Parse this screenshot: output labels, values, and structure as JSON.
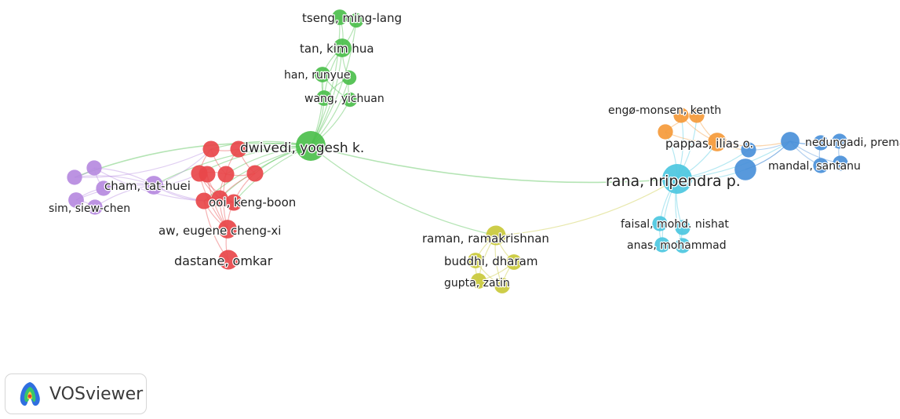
{
  "network": {
    "clusters": {
      "red": "#e8474a",
      "green": "#4cbf4c",
      "purple": "#b68ae0",
      "yellow": "#c9c93a",
      "orange": "#f59a3a",
      "cyan": "#4cc7df",
      "blue": "#4a90d9"
    },
    "nodes": [
      {
        "id": "dwivedi",
        "label": "dwivedi, yogesh k.",
        "cluster": "green",
        "weight": 1.0
      },
      {
        "id": "tseng",
        "label": "tseng, ming-lang",
        "cluster": "green",
        "weight": 0.3
      },
      {
        "id": "tseng2",
        "label": "",
        "cluster": "green",
        "weight": 0.25
      },
      {
        "id": "tan",
        "label": "tan, kim hua",
        "cluster": "green",
        "weight": 0.45
      },
      {
        "id": "han",
        "label": "han, runyue",
        "cluster": "green",
        "weight": 0.3
      },
      {
        "id": "han2",
        "label": "",
        "cluster": "green",
        "weight": 0.25
      },
      {
        "id": "wang",
        "label": "wang, yichuan",
        "cluster": "green",
        "weight": 0.3
      },
      {
        "id": "wang2",
        "label": "",
        "cluster": "green",
        "weight": 0.25
      },
      {
        "id": "cham",
        "label": "cham, tat-huei",
        "cluster": "purple",
        "weight": 0.45
      },
      {
        "id": "sim",
        "label": "sim, siew-chen",
        "cluster": "purple",
        "weight": 0.3
      },
      {
        "id": "p1",
        "label": "",
        "cluster": "purple",
        "weight": 0.28
      },
      {
        "id": "p2",
        "label": "",
        "cluster": "purple",
        "weight": 0.28
      },
      {
        "id": "p3",
        "label": "",
        "cluster": "purple",
        "weight": 0.28
      },
      {
        "id": "p4",
        "label": "",
        "cluster": "purple",
        "weight": 0.28
      },
      {
        "id": "ooi",
        "label": "ooi, keng-boon",
        "cluster": "red",
        "weight": 0.35
      },
      {
        "id": "aw",
        "label": "aw, eugene cheng-xi",
        "cluster": "red",
        "weight": 0.45
      },
      {
        "id": "dastane",
        "label": "dastane, omkar",
        "cluster": "red",
        "weight": 0.5
      },
      {
        "id": "r1",
        "label": "",
        "cluster": "red",
        "weight": 0.35
      },
      {
        "id": "r2",
        "label": "",
        "cluster": "red",
        "weight": 0.35
      },
      {
        "id": "r3",
        "label": "",
        "cluster": "red",
        "weight": 0.35
      },
      {
        "id": "r4",
        "label": "",
        "cluster": "red",
        "weight": 0.35
      },
      {
        "id": "r5",
        "label": "",
        "cluster": "red",
        "weight": 0.35
      },
      {
        "id": "r6",
        "label": "",
        "cluster": "red",
        "weight": 0.35
      },
      {
        "id": "r7",
        "label": "",
        "cluster": "red",
        "weight": 0.35
      },
      {
        "id": "r8",
        "label": "",
        "cluster": "red",
        "weight": 0.35
      },
      {
        "id": "raman",
        "label": "raman, ramakrishnan",
        "cluster": "yellow",
        "weight": 0.5
      },
      {
        "id": "buddhi",
        "label": "buddhi, dharam",
        "cluster": "yellow",
        "weight": 0.3
      },
      {
        "id": "y2",
        "label": "",
        "cluster": "yellow",
        "weight": 0.3
      },
      {
        "id": "gupta",
        "label": "gupta, zatin",
        "cluster": "yellow",
        "weight": 0.3
      },
      {
        "id": "y4",
        "label": "",
        "cluster": "yellow",
        "weight": 0.3
      },
      {
        "id": "rana",
        "label": "rana, nripendra p.",
        "cluster": "cyan",
        "weight": 1.0
      },
      {
        "id": "faisal",
        "label": "faisal, mohd. nishat",
        "cluster": "cyan",
        "weight": 0.28
      },
      {
        "id": "c2",
        "label": "",
        "cluster": "cyan",
        "weight": 0.28
      },
      {
        "id": "anas",
        "label": "anas, mohammad",
        "cluster": "cyan",
        "weight": 0.28
      },
      {
        "id": "c4",
        "label": "",
        "cluster": "cyan",
        "weight": 0.28
      },
      {
        "id": "engo",
        "label": "engø-monsen, kenth",
        "cluster": "orange",
        "weight": 0.28
      },
      {
        "id": "o2",
        "label": "",
        "cluster": "orange",
        "weight": 0.28
      },
      {
        "id": "o3",
        "label": "",
        "cluster": "orange",
        "weight": 0.28
      },
      {
        "id": "pappas",
        "label": "pappas, ilias o.",
        "cluster": "orange",
        "weight": 0.45
      },
      {
        "id": "b1",
        "label": "",
        "cluster": "blue",
        "weight": 0.6
      },
      {
        "id": "b2",
        "label": "",
        "cluster": "blue",
        "weight": 0.28
      },
      {
        "id": "b3",
        "label": "",
        "cluster": "blue",
        "weight": 0.45
      },
      {
        "id": "nedungadi",
        "label": "nedungadi, prema",
        "cluster": "blue",
        "weight": 0.28
      },
      {
        "id": "b5",
        "label": "",
        "cluster": "blue",
        "weight": 0.28
      },
      {
        "id": "mandal",
        "label": "mandal, santanu",
        "cluster": "blue",
        "weight": 0.28
      },
      {
        "id": "b7",
        "label": "",
        "cluster": "blue",
        "weight": 0.28
      }
    ],
    "links": [
      [
        "dwivedi",
        "tan"
      ],
      [
        "dwivedi",
        "tseng"
      ],
      [
        "dwivedi",
        "han"
      ],
      [
        "dwivedi",
        "wang"
      ],
      [
        "dwivedi",
        "tseng2"
      ],
      [
        "dwivedi",
        "han2"
      ],
      [
        "dwivedi",
        "wang2"
      ],
      [
        "tan",
        "tseng"
      ],
      [
        "tan",
        "tseng2"
      ],
      [
        "tan",
        "han"
      ],
      [
        "tan",
        "han2"
      ],
      [
        "tan",
        "wang"
      ],
      [
        "han",
        "wang"
      ],
      [
        "han2",
        "wang2"
      ],
      [
        "han",
        "wang2"
      ],
      [
        "han2",
        "wang"
      ],
      [
        "tseng",
        "tseng2"
      ],
      [
        "dwivedi",
        "r1"
      ],
      [
        "dwivedi",
        "r2"
      ],
      [
        "dwivedi",
        "r3"
      ],
      [
        "dwivedi",
        "r4"
      ],
      [
        "dwivedi",
        "r5"
      ],
      [
        "dwivedi",
        "r6"
      ],
      [
        "dwivedi",
        "ooi"
      ],
      [
        "dwivedi",
        "r7"
      ],
      [
        "dwivedi",
        "cham"
      ],
      [
        "dwivedi",
        "p1"
      ],
      [
        "dwivedi",
        "raman"
      ],
      [
        "dwivedi",
        "rana"
      ],
      [
        "r1",
        "r2"
      ],
      [
        "r1",
        "r3"
      ],
      [
        "r1",
        "r4"
      ],
      [
        "r2",
        "r3"
      ],
      [
        "r2",
        "r5"
      ],
      [
        "r3",
        "r4"
      ],
      [
        "r3",
        "r5"
      ],
      [
        "r3",
        "r6"
      ],
      [
        "r4",
        "r6"
      ],
      [
        "r4",
        "ooi"
      ],
      [
        "r5",
        "r6"
      ],
      [
        "r5",
        "ooi"
      ],
      [
        "r6",
        "ooi"
      ],
      [
        "r6",
        "r7"
      ],
      [
        "ooi",
        "r7"
      ],
      [
        "r7",
        "aw"
      ],
      [
        "ooi",
        "aw"
      ],
      [
        "r6",
        "aw"
      ],
      [
        "aw",
        "dastane"
      ],
      [
        "r4",
        "aw"
      ],
      [
        "r3",
        "aw"
      ],
      [
        "r7",
        "dastane"
      ],
      [
        "r8",
        "r4"
      ],
      [
        "r8",
        "aw"
      ],
      [
        "r8",
        "r6"
      ],
      [
        "cham",
        "r1"
      ],
      [
        "cham",
        "r4"
      ],
      [
        "cham",
        "r7"
      ],
      [
        "cham",
        "ooi"
      ],
      [
        "cham",
        "sim"
      ],
      [
        "cham",
        "p1"
      ],
      [
        "cham",
        "p2"
      ],
      [
        "cham",
        "p3"
      ],
      [
        "cham",
        "p4"
      ],
      [
        "p1",
        "p2"
      ],
      [
        "p2",
        "p3"
      ],
      [
        "p3",
        "sim"
      ],
      [
        "p4",
        "sim"
      ],
      [
        "p1",
        "r1"
      ],
      [
        "p2",
        "r7"
      ],
      [
        "raman",
        "buddhi"
      ],
      [
        "raman",
        "y2"
      ],
      [
        "raman",
        "gupta"
      ],
      [
        "raman",
        "y4"
      ],
      [
        "buddhi",
        "gupta"
      ],
      [
        "y2",
        "y4"
      ],
      [
        "buddhi",
        "y4"
      ],
      [
        "gupta",
        "y2"
      ],
      [
        "raman",
        "rana"
      ],
      [
        "rana",
        "faisal"
      ],
      [
        "rana",
        "c2"
      ],
      [
        "rana",
        "anas"
      ],
      [
        "rana",
        "c4"
      ],
      [
        "faisal",
        "c2"
      ],
      [
        "anas",
        "c4"
      ],
      [
        "faisal",
        "anas"
      ],
      [
        "c2",
        "c4"
      ],
      [
        "rana",
        "engo"
      ],
      [
        "rana",
        "o2"
      ],
      [
        "rana",
        "o3"
      ],
      [
        "rana",
        "pappas"
      ],
      [
        "engo",
        "o2"
      ],
      [
        "o2",
        "o3"
      ],
      [
        "o3",
        "pappas"
      ],
      [
        "engo",
        "pappas"
      ],
      [
        "o2",
        "pappas"
      ],
      [
        "rana",
        "b1"
      ],
      [
        "rana",
        "b2"
      ],
      [
        "rana",
        "b3"
      ],
      [
        "pappas",
        "b3"
      ],
      [
        "pappas",
        "b2"
      ],
      [
        "b1",
        "b3"
      ],
      [
        "b3",
        "nedungadi"
      ],
      [
        "b3",
        "b5"
      ],
      [
        "b3",
        "mandal"
      ],
      [
        "b3",
        "b7"
      ],
      [
        "nedungadi",
        "b5"
      ],
      [
        "mandal",
        "b7"
      ],
      [
        "nedungadi",
        "mandal"
      ],
      [
        "b5",
        "b7"
      ],
      [
        "b1",
        "b3"
      ],
      [
        "b2",
        "b3"
      ]
    ]
  },
  "footer": {
    "logo_text": "VOSviewer",
    "logo_icon": "vosviewer-logo-icon"
  }
}
